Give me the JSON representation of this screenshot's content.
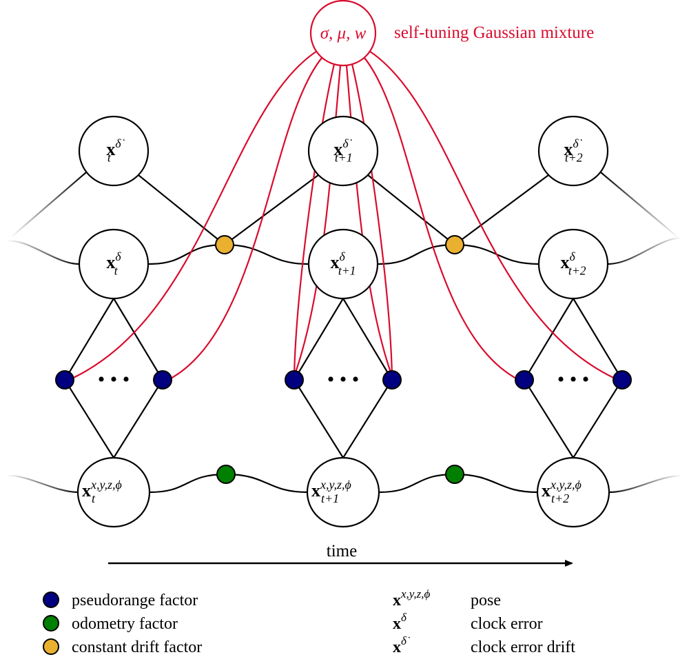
{
  "diagram": {
    "title_annotation": "self-tuning Gaussian mixture",
    "mixture_node_label": "σ, μ, w",
    "time_label": "time",
    "colors": {
      "mixture": "#d90b2c",
      "pseudorange": "#000080",
      "odometry": "#008000",
      "drift": "#eab030",
      "edge": "#000000"
    },
    "timesteps": [
      {
        "subscript": "t",
        "drift_label_base": "x",
        "drift_sup": "δ̇",
        "clock_sup": "δ",
        "pose_sup": "x,y,z,ϕ"
      },
      {
        "subscript": "t+1",
        "drift_label_base": "x",
        "drift_sup": "δ̇",
        "clock_sup": "δ",
        "pose_sup": "x,y,z,ϕ"
      },
      {
        "subscript": "t+2",
        "drift_label_base": "x",
        "drift_sup": "δ̇",
        "clock_sup": "δ",
        "pose_sup": "x,y,z,ϕ"
      }
    ],
    "ellipsis": "• • •",
    "factors": {
      "pseudorange_per_step": 2,
      "odometry_between_steps": 2,
      "drift_between_steps": 2
    }
  },
  "legend": {
    "factors": [
      {
        "label": "pseudorange factor",
        "color_key": "pseudorange"
      },
      {
        "label": "odometry factor",
        "color_key": "odometry"
      },
      {
        "label": "constant drift factor",
        "color_key": "drift"
      }
    ],
    "variables": [
      {
        "symbol": "x",
        "sup": "x,y,z,ϕ",
        "desc": "pose"
      },
      {
        "symbol": "x",
        "sup": "δ",
        "desc": "clock error"
      },
      {
        "symbol": "x",
        "sup": "δ̇",
        "desc": "clock error drift"
      }
    ]
  }
}
